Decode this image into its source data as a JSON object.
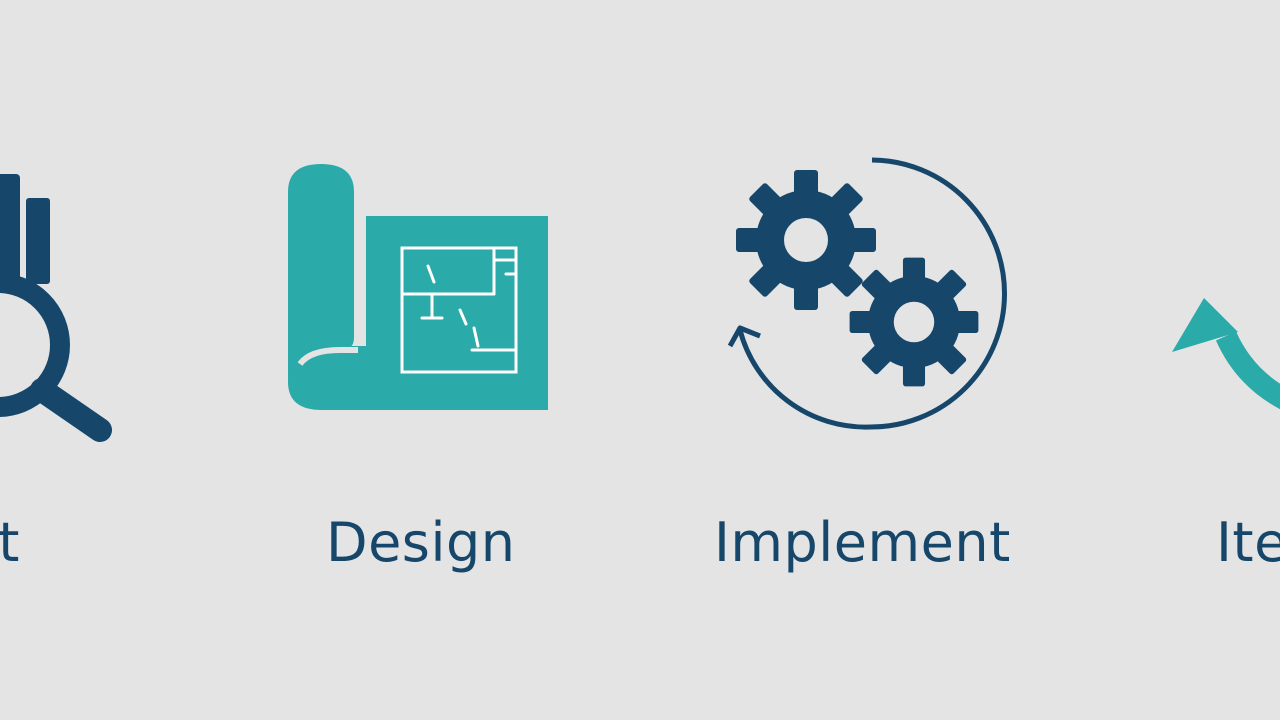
{
  "colors": {
    "background": "#e4e4e5",
    "navy": "#16476a",
    "teal": "#2aaaa8",
    "blueprint_lines": "#ffffff"
  },
  "steps": [
    {
      "label": "uit",
      "icon": "magnifier-bar-chart-icon",
      "label_color": "#16476a"
    },
    {
      "label": "Design",
      "icon": "blueprint-icon",
      "label_color": "#16476a"
    },
    {
      "label": "Implement",
      "icon": "gears-cycle-icon",
      "label_color": "#16476a"
    },
    {
      "label": "Ite",
      "icon": "curved-arrow-icon",
      "label_color": "#16476a"
    }
  ]
}
